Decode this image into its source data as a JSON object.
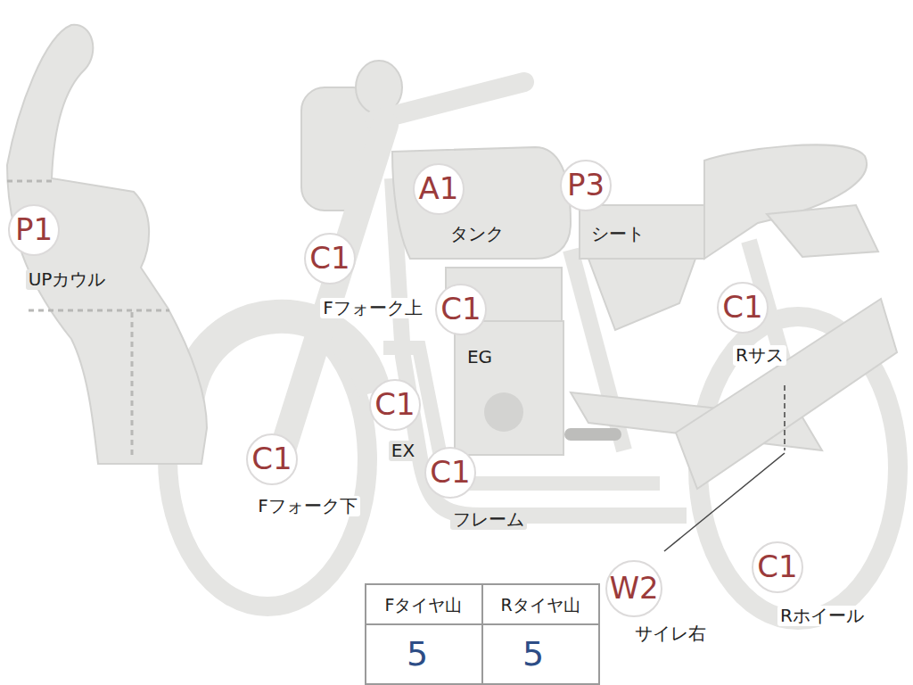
{
  "diagram": {
    "nodes": [
      {
        "text": [
          "P1",
          "UPカウル"
        ]
      },
      {
        "text": [
          "A1",
          "タンク"
        ]
      },
      {
        "text": [
          "P3",
          "シート"
        ]
      },
      {
        "text": [
          "C1",
          "Fフォーク上"
        ]
      },
      {
        "text": [
          "C1",
          "EG"
        ]
      },
      {
        "text": [
          "C1",
          "Rサス"
        ]
      },
      {
        "text": [
          "C1",
          "EX"
        ]
      },
      {
        "text": [
          "C1",
          "Fフォーク下"
        ]
      },
      {
        "text": [
          "C1",
          "フレーム"
        ]
      },
      {
        "text": [
          "W2",
          "サイレ右"
        ]
      },
      {
        "text": [
          "C1",
          "Rホイール"
        ]
      }
    ],
    "labels": [
      "Fタイヤ山",
      "Rタイヤ山",
      "5",
      "5"
    ]
  }
}
